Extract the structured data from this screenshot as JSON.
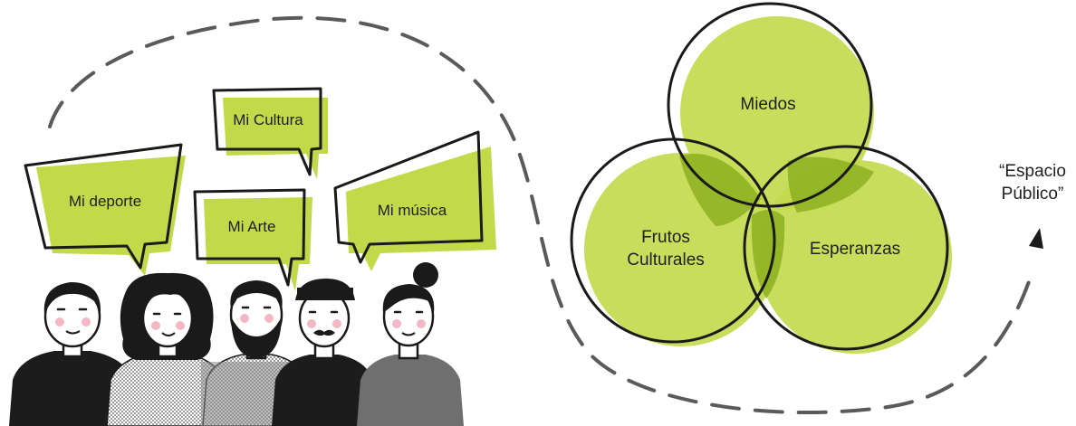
{
  "colors": {
    "accent_green": "#c2d94a",
    "overlap_green": "#8fb324",
    "outline": "#1a1a1a",
    "dash": "#5a5a5a",
    "shirt_dark": "#1c1c1c",
    "shirt_gray": "#6f6f6f",
    "shirt_dotted": "#d9d9d9",
    "cheek_pink": "#f4b8c4"
  },
  "speech_bubbles": [
    {
      "label": "Mi deporte"
    },
    {
      "label": "Mi Cultura"
    },
    {
      "label": "Mi Arte"
    },
    {
      "label": "Mi música"
    }
  ],
  "people": [
    {
      "icon": "man-short-hair-icon"
    },
    {
      "icon": "woman-curly-hair-icon"
    },
    {
      "icon": "man-beard-icon"
    },
    {
      "icon": "man-hat-mustache-icon"
    },
    {
      "icon": "woman-bun-icon"
    }
  ],
  "venn": {
    "circles": [
      {
        "label": "Miedos"
      },
      {
        "label_line1": "Frutos",
        "label_line2": "Culturales"
      },
      {
        "label": "Esperanzas"
      }
    ]
  },
  "target": {
    "line1": "“Espacio",
    "line2": "Público”"
  }
}
